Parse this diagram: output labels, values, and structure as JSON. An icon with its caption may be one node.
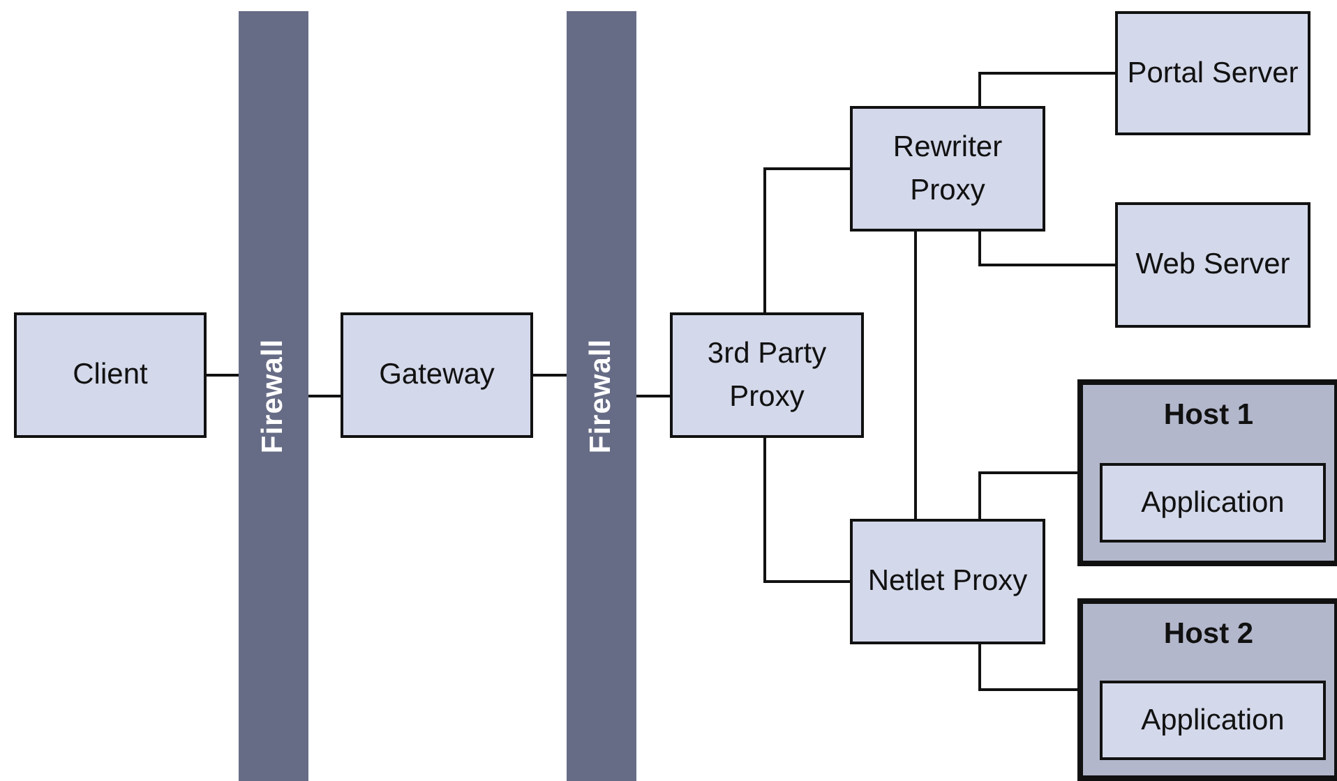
{
  "diagram": {
    "nodes": [
      {
        "text": [
          "Client"
        ]
      },
      {
        "text": [
          "Firewall"
        ]
      },
      {
        "text": [
          "Gateway"
        ]
      },
      {
        "text": [
          "Firewall"
        ]
      },
      {
        "text": [
          "3rd Party Proxy"
        ]
      },
      {
        "text": [
          "Portal Server"
        ]
      },
      {
        "text": [
          "Rewriter Proxy"
        ]
      },
      {
        "text": [
          "Web Server"
        ]
      },
      {
        "text": [
          "Host 1"
        ]
      },
      {
        "text": [
          "Application"
        ],
        "in": 8
      },
      {
        "text": [
          "Netlet Proxy"
        ]
      },
      {
        "text": [
          "Host 2"
        ]
      },
      {
        "text": [
          "Application"
        ],
        "in": 11
      }
    ],
    "edges": [
      {
        "from": 0,
        "to": 1,
        "arrow": "none"
      },
      {
        "from": 1,
        "to": 2,
        "arrow": "none"
      },
      {
        "from": 2,
        "to": 3,
        "arrow": "none"
      },
      {
        "from": 3,
        "to": 4,
        "arrow": "none"
      },
      {
        "from": 4,
        "to": 6,
        "arrow": "none"
      },
      {
        "from": 4,
        "to": 10,
        "arrow": "none"
      },
      {
        "from": 6,
        "to": 5,
        "arrow": "none"
      },
      {
        "from": 6,
        "to": 7,
        "arrow": "none"
      },
      {
        "from": 6,
        "to": 10,
        "arrow": "none"
      },
      {
        "from": 10,
        "to": 8,
        "arrow": "none"
      },
      {
        "from": 10,
        "to": 11,
        "arrow": "none"
      }
    ]
  }
}
